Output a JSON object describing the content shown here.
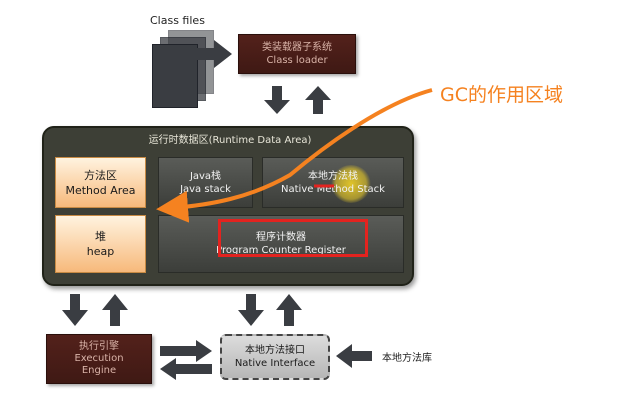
{
  "class_files": {
    "label": "Class files"
  },
  "class_loader": {
    "line1": "类装载器子系统",
    "line2": "Class loader"
  },
  "gc_annotation": {
    "label": "GC的作用区域",
    "color": "#f58220"
  },
  "runtime_data_area": {
    "title": "运行时数据区(Runtime Data Area)",
    "method_area": {
      "line1": "方法区",
      "line2": "Method Area"
    },
    "heap": {
      "line1": "堆",
      "line2": "heap"
    },
    "java_stack": {
      "line1": "Java栈",
      "line2": "Java stack"
    },
    "native_method_stack": {
      "line1": "本地方法栈",
      "line2": "Native Method Stack"
    },
    "program_counter": {
      "line1": "程序计数器",
      "line2": "Program Counter Register",
      "highlight_color": "#e3231f"
    }
  },
  "execution_engine": {
    "line1": "执行引擎",
    "line2": "Execution",
    "line3": "Engine"
  },
  "native_interface": {
    "line1": "本地方法接口",
    "line2": "Native Interface"
  },
  "native_library": {
    "label": "本地方法库"
  }
}
